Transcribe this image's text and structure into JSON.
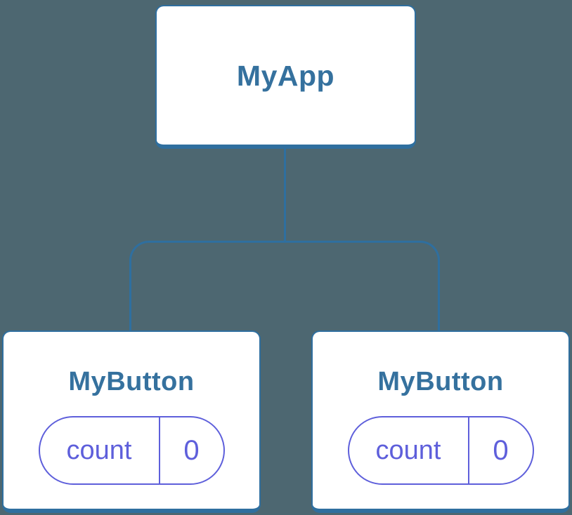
{
  "colors": {
    "background": "#4D6771",
    "node_fill": "#FFFFFF",
    "node_border": "#2F6F9F",
    "node_title": "#35719E",
    "connector": "#2F6F9F",
    "state_accent": "#5E5FDB"
  },
  "tree": {
    "root": {
      "label": "MyApp"
    },
    "children": [
      {
        "label": "MyButton",
        "state": {
          "name": "count",
          "value": "0"
        }
      },
      {
        "label": "MyButton",
        "state": {
          "name": "count",
          "value": "0"
        }
      }
    ]
  }
}
